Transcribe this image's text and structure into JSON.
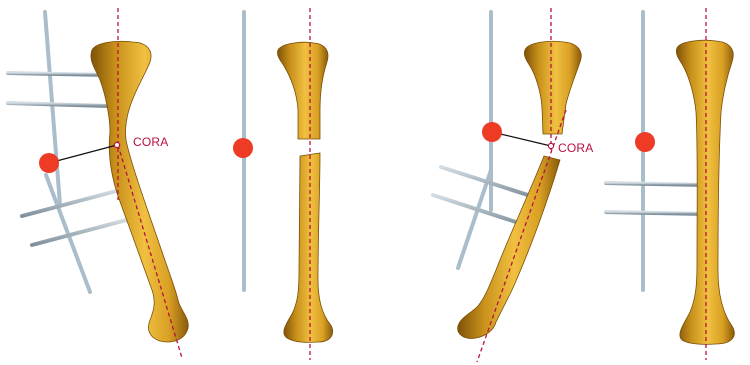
{
  "colors": {
    "bone_light": "#E8B52E",
    "bone_mid": "#C8901A",
    "bone_dark": "#8A5A0A",
    "frame_rod": "#A9BDCB",
    "half_pin": "#9FAFBB",
    "hinge_dot": "#EE3B26",
    "axis_line": "#B8123E",
    "cora_label": "#B8123E",
    "connector": "#111111"
  },
  "icons": {
    "hinge": "red-hinge-dot-icon",
    "cora_marker": "cora-circle-marker-icon"
  },
  "panels": [
    {
      "id": "a",
      "cora_label": "CORA"
    },
    {
      "id": "b"
    },
    {
      "id": "c",
      "cora_label": "CORA"
    },
    {
      "id": "d"
    }
  ]
}
